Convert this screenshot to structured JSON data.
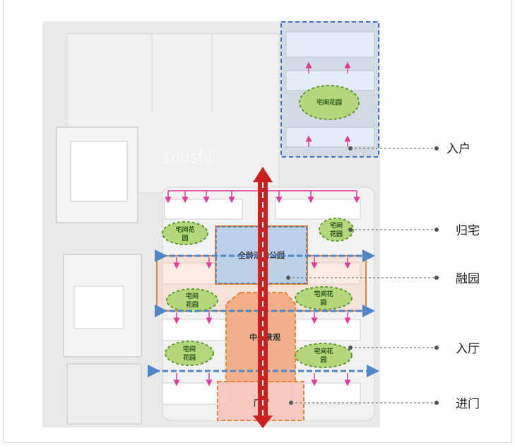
{
  "zones": {
    "park": "全龄活动公园",
    "central": "中央景观",
    "gate": "门厅"
  },
  "gardens": [
    {
      "lines": [
        "宅间花园"
      ]
    },
    {
      "lines": [
        "宅间花",
        "园"
      ]
    },
    {
      "lines": [
        "宅间",
        "花园"
      ]
    },
    {
      "lines": [
        "宅间",
        "花园"
      ]
    },
    {
      "lines": [
        "宅间花",
        "园"
      ]
    },
    {
      "lines": [
        "宅间",
        "花园"
      ]
    },
    {
      "lines": [
        "宅间花",
        "园"
      ]
    }
  ],
  "side_labels": [
    "入户",
    "归宅",
    "融园",
    "入厅",
    "进门"
  ],
  "watermark": "soushi"
}
